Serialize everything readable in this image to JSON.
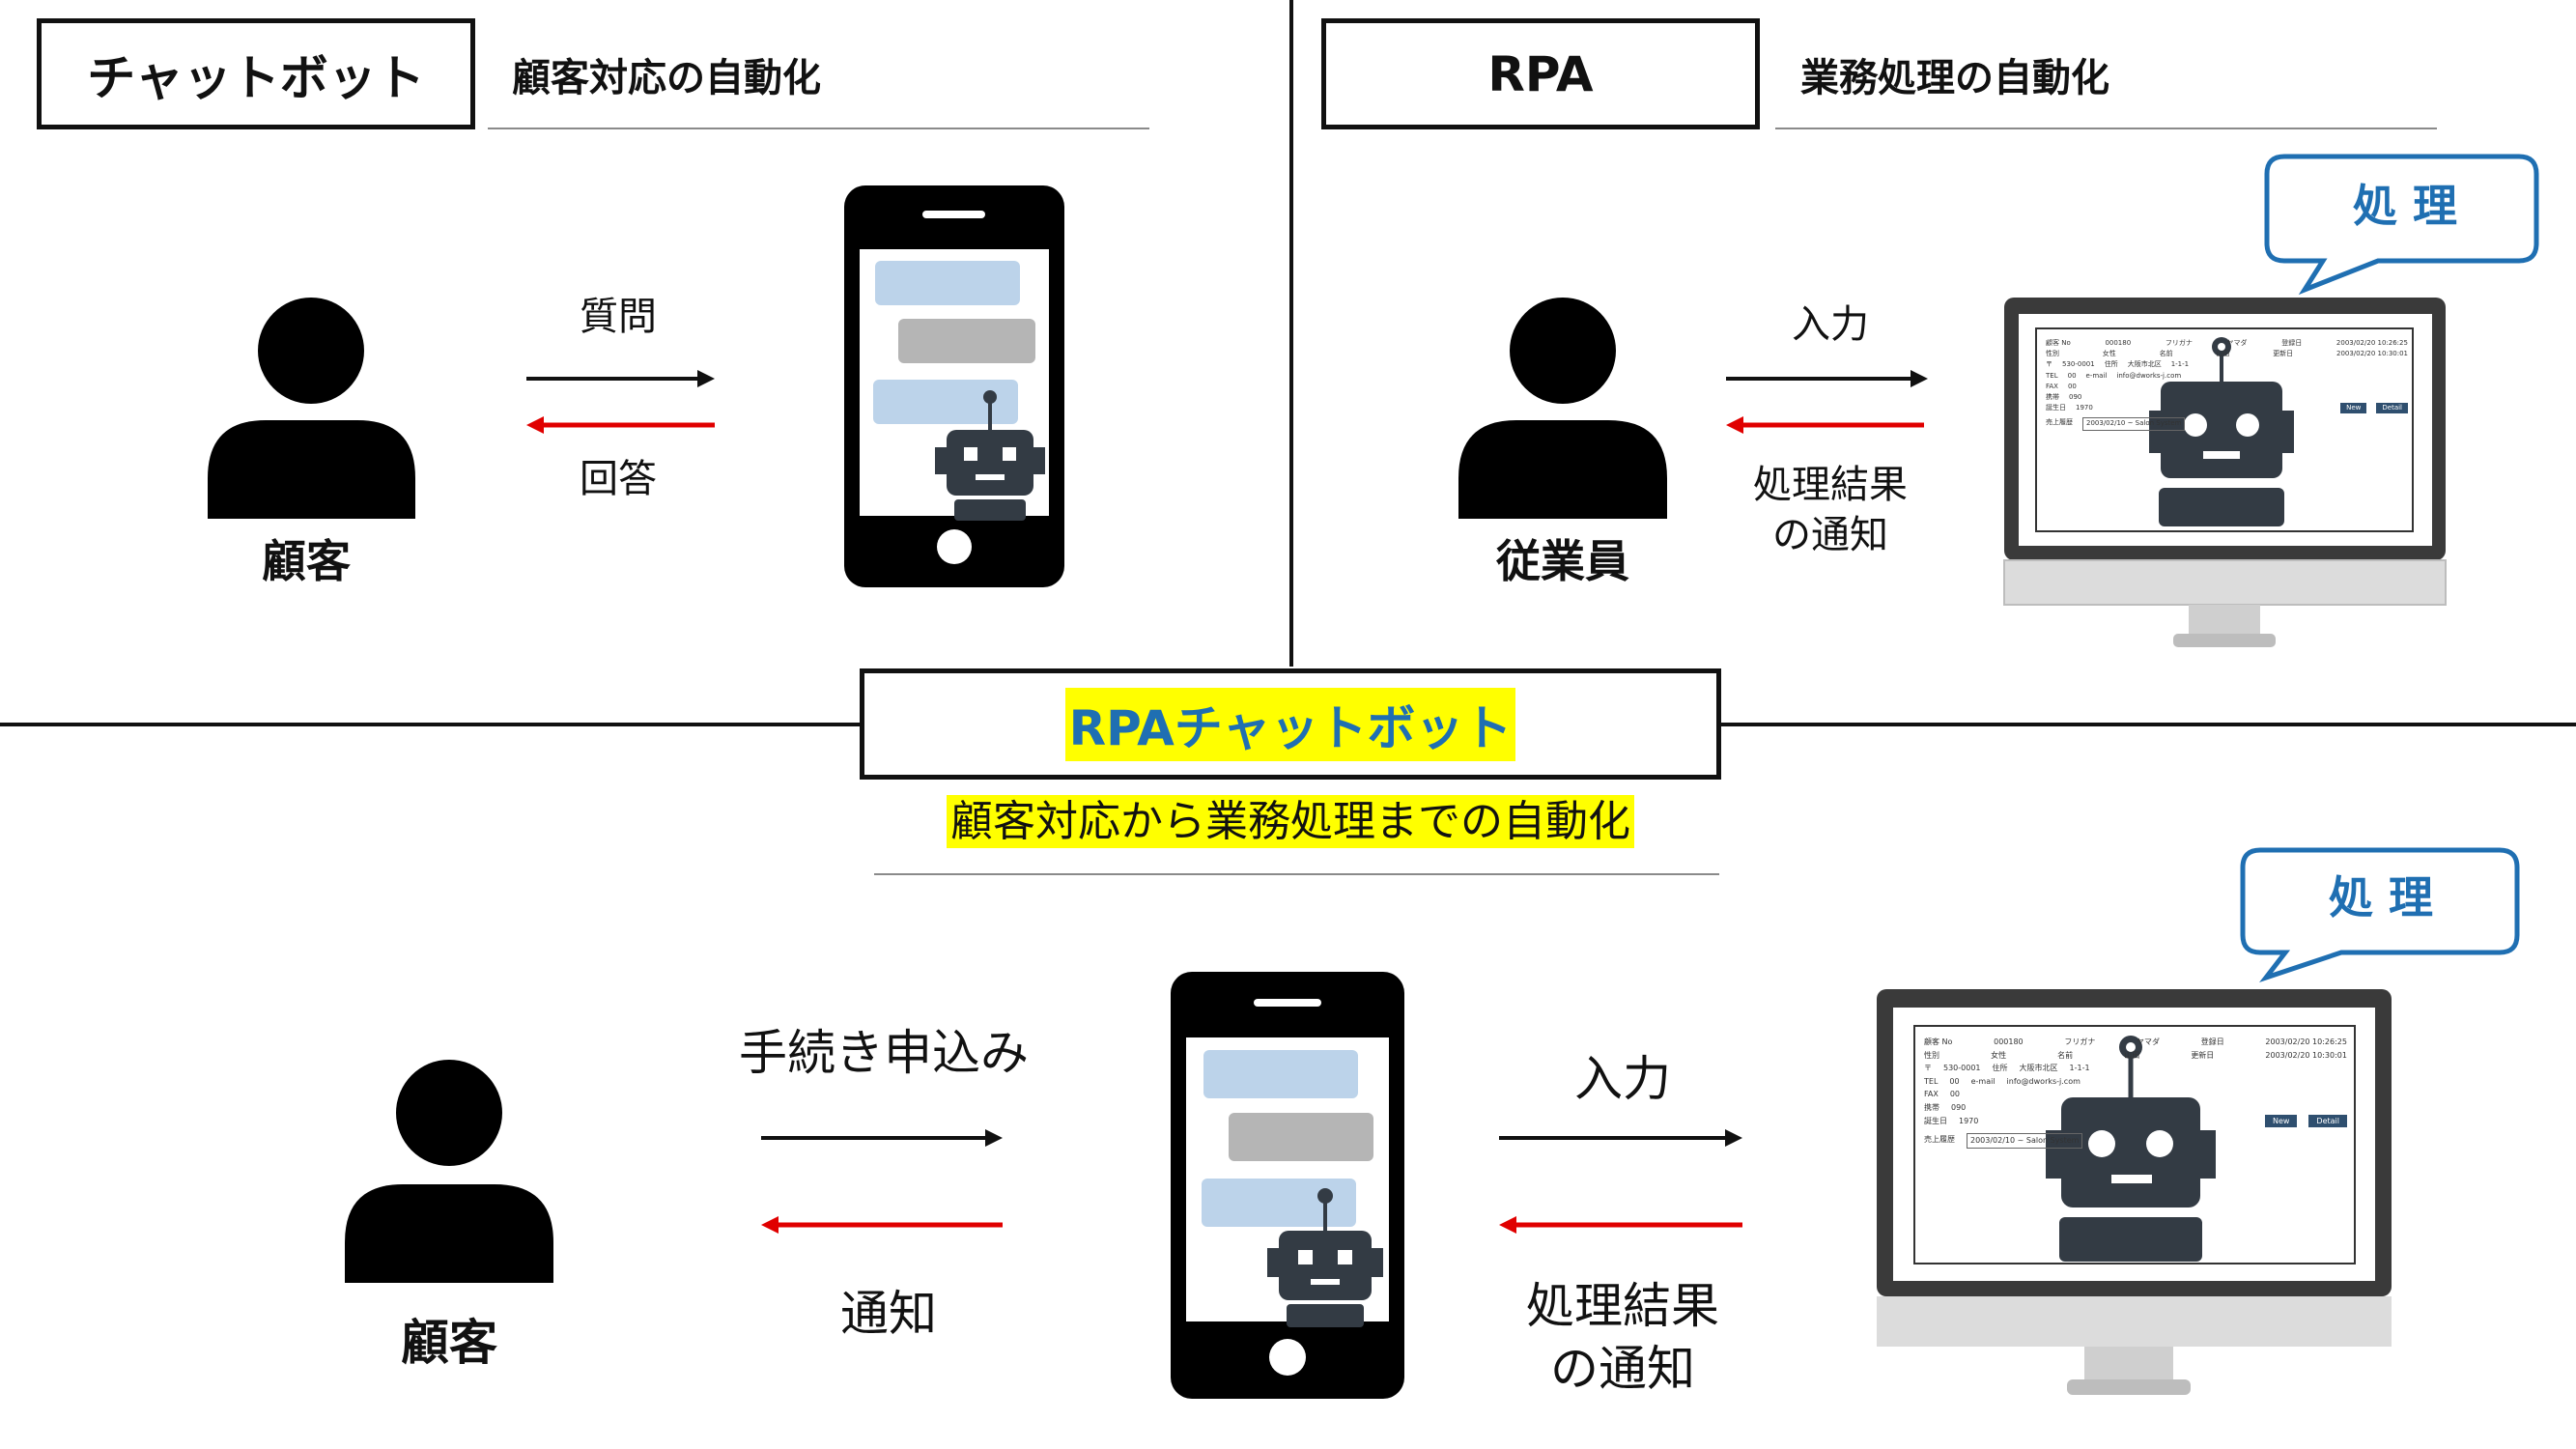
{
  "top_left": {
    "title": "チャットボット",
    "subtitle": "顧客対応の自動化",
    "person_label": "顧客",
    "arrow_top": "質問",
    "arrow_bottom": "回答"
  },
  "top_right": {
    "title": "RPA",
    "subtitle": "業務処理の自動化",
    "person_label": "従業員",
    "arrow_top": "入力",
    "arrow_bottom_line1": "処理結果",
    "arrow_bottom_line2": "の通知",
    "bubble": "処 理"
  },
  "bottom": {
    "title": "RPAチャットボット",
    "subtitle": "顧客対応から業務処理までの自動化",
    "person_label": "顧客",
    "left_arrow_top": "手続き申込み",
    "left_arrow_bottom": "通知",
    "right_arrow_top": "入力",
    "right_arrow_bottom_line1": "処理結果",
    "right_arrow_bottom_line2": "の通知",
    "bubble": "処 理"
  },
  "colors": {
    "arrow_forward": "#111111",
    "arrow_return": "#e00000",
    "bubble_border": "#1f6fb2",
    "bubble_text": "#1f6fb2",
    "highlight": "#ffff00",
    "title_blue": "#1f6fb2",
    "chat_blue": "#bcd3ea",
    "chat_gray": "#b5b5b5",
    "robot": "#333b44"
  },
  "screen_form": {
    "labels": [
      "顧客 No",
      "性別",
      "〒",
      "TEL",
      "FAX",
      "携帯",
      "誕生日",
      "売上履歴"
    ],
    "values": [
      "000180",
      "女性",
      "530-0001",
      "00",
      "00",
      "090",
      "1970",
      "2003/02/10 ~ Salon System"
    ],
    "name_fields": [
      "フリガナ",
      "ヤマダ",
      "名前",
      "山田",
      "住所",
      "大阪市北区",
      "1-1-1"
    ],
    "email_label": "e-mail",
    "email": "info@dworks-j.com",
    "date1_label": "登録日",
    "date1": "2003/02/20 10:26:25",
    "date2_label": "更新日",
    "date2": "2003/02/20 10:30:01",
    "buttons": [
      "New",
      "Detail"
    ]
  }
}
